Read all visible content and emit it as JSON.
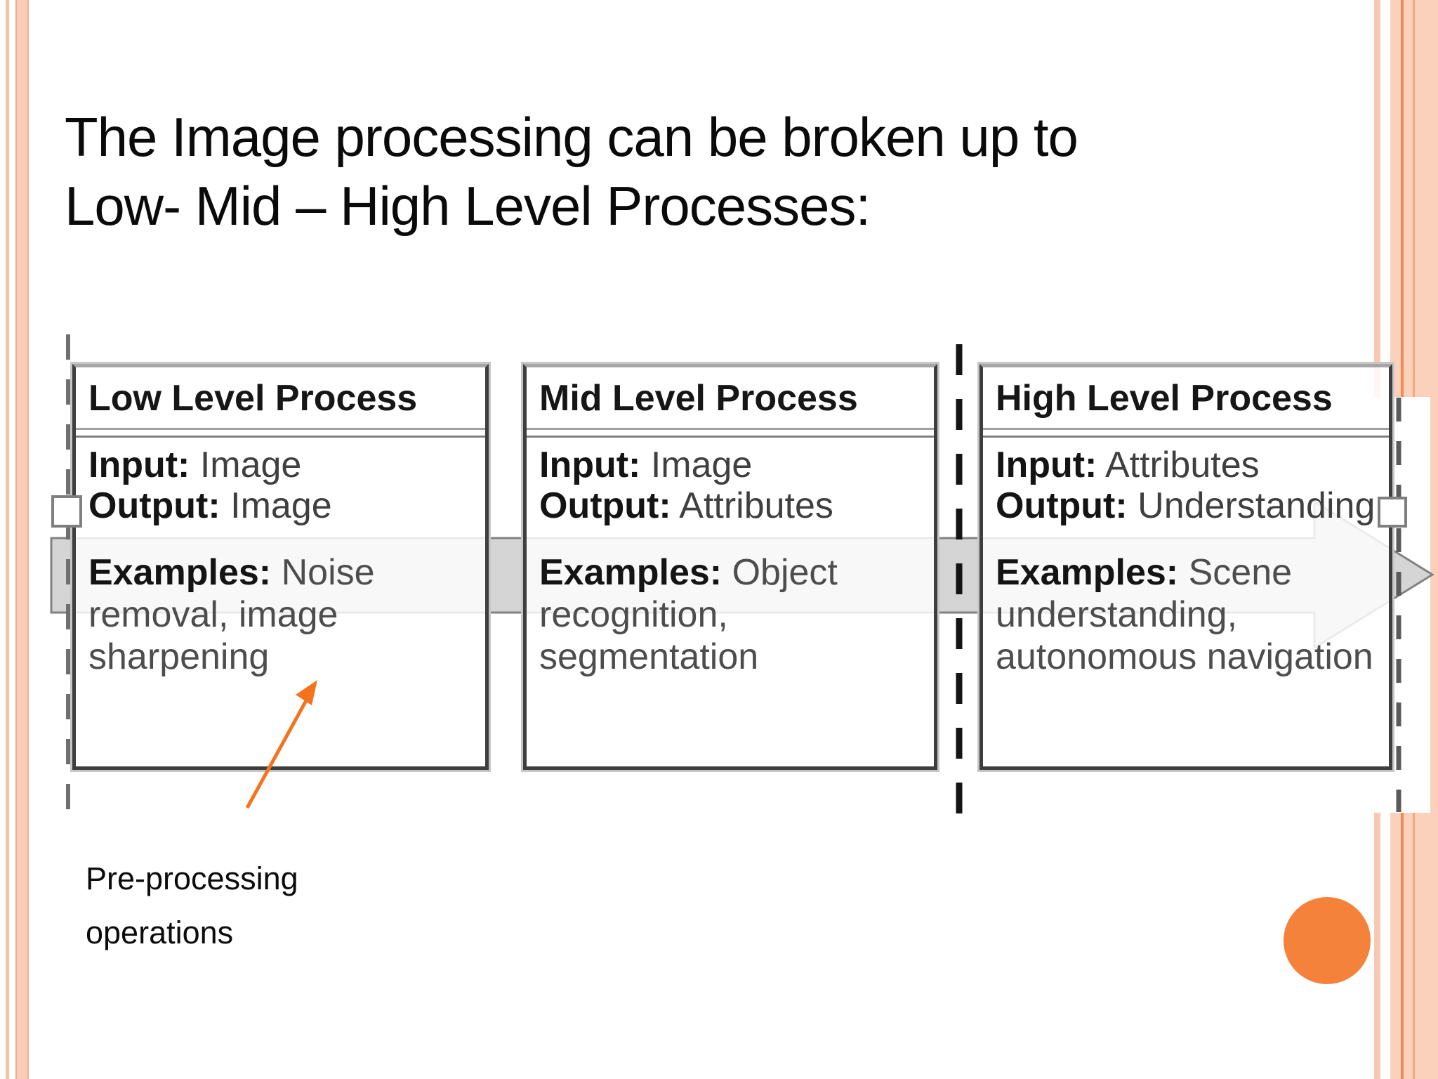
{
  "slide": {
    "title_line1": "The Image processing can be broken up to",
    "title_line2": "Low- Mid – High Level Processes:",
    "note_line1": "Pre-processing",
    "note_line2": "operations"
  },
  "figure": {
    "boxes": [
      {
        "title": "Low Level Process",
        "input_label": "Input:",
        "input_value": "Image",
        "output_label": "Output:",
        "output_value": "Image",
        "examples_label": "Examples:",
        "examples_value": "Noise removal, image sharpening"
      },
      {
        "title": "Mid Level Process",
        "input_label": "Input:",
        "input_value": "Image",
        "output_label": "Output:",
        "output_value": "Attributes",
        "examples_label": "Examples:",
        "examples_value": "Object recognition, segmentation"
      },
      {
        "title": "High Level Process",
        "input_label": "Input:",
        "input_value": "Attributes",
        "output_label": "Output:",
        "output_value": "Understanding",
        "examples_label": "Examples:",
        "examples_value": "Scene understanding, autonomous navigation"
      }
    ],
    "icons": {
      "flow_arrow": "right-block-arrow",
      "selection_handles": "resize-handle-squares",
      "dashed_separators": "dashed-vertical-lines"
    }
  },
  "colors": {
    "border_pink_light": "#fbd1bb",
    "border_pink_line": "#f3ae8e",
    "border_orange_line": "#ee8c55",
    "circle_orange": "#f5823b",
    "annotation_arrow_orange": "#f4731c",
    "flow_arrow_fill": "#d5d5d5",
    "flow_arrow_stroke": "#828282",
    "box_border": "#3e3e3e"
  }
}
